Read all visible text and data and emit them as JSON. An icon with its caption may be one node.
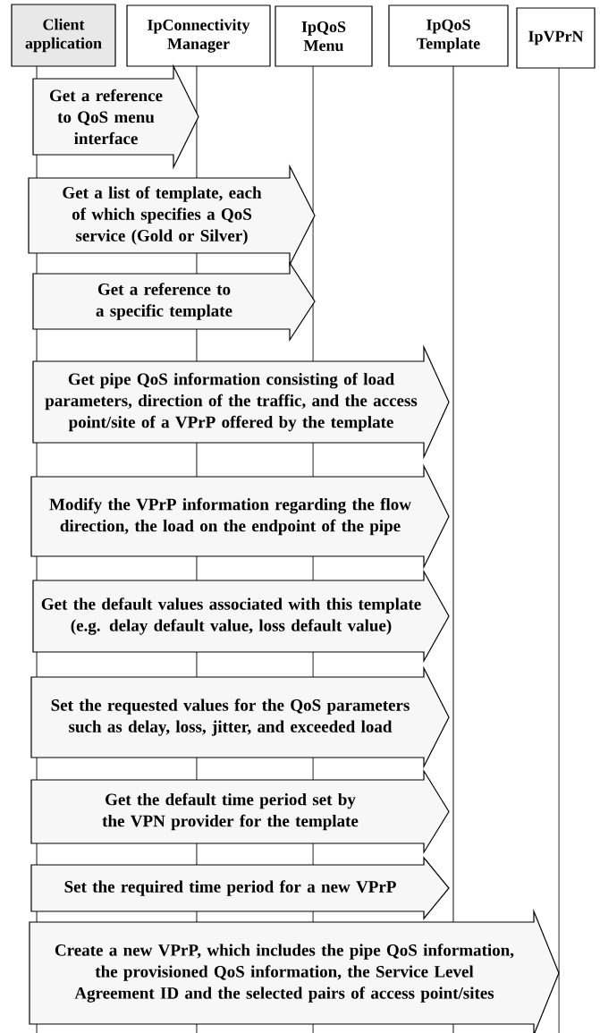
{
  "diagram": {
    "nodes": [
      {
        "text": [
          "Client application"
        ]
      },
      {
        "text": [
          "IpConnectivity Manager"
        ]
      },
      {
        "text": [
          "IpQoS Menu"
        ]
      },
      {
        "text": [
          "IpQoS Template"
        ]
      },
      {
        "text": [
          "IpVPrN"
        ]
      },
      {
        "text": [
          "Get a reference to QoS menu interface"
        ]
      },
      {
        "text": [
          "Get a list of template, each of which specifies a QoS service (Gold or Silver)"
        ]
      },
      {
        "text": [
          "Get a reference to a specific template"
        ]
      },
      {
        "text": [
          "Get pipe QoS information consisting of load parameters, direction of the traffic, and the access point/site of a VPrP offered by the template"
        ]
      },
      {
        "text": [
          "Modify the VPrP information regarding the flow direction, the load on the endpoint of the pipe"
        ]
      },
      {
        "text": [
          "Get the default values associated with this template (e.g. delay default value, loss default value)"
        ]
      },
      {
        "text": [
          "Set the requested values for the QoS parameters such as delay, loss, jitter, and exceeded load"
        ]
      },
      {
        "text": [
          "Get the default time period set by the VPN provider for the template"
        ]
      },
      {
        "text": [
          "Set the required time period for a new VPrP"
        ]
      },
      {
        "text": [
          "Create a new VPrP, which includes the pipe QoS information, the provisioned QoS information, the Service Level Agreement ID and the selected pairs of access point/sites"
        ]
      }
    ]
  }
}
